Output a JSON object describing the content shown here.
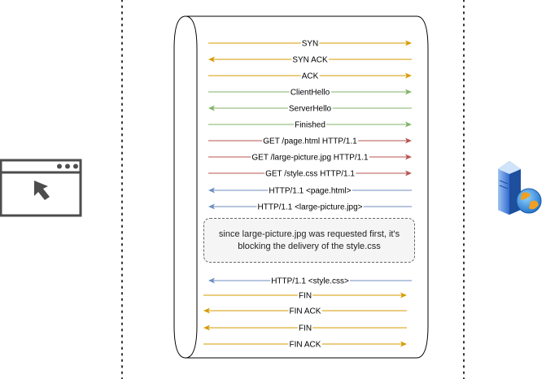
{
  "colors": {
    "tcp": "#d79b00",
    "tls": "#82b366",
    "request": "#b85450",
    "response": "#6c8ebf",
    "lifeline": "#333333",
    "icon": "#4d4d4d"
  },
  "nodes": {
    "client": {
      "icon": "browser-window-cursor-icon"
    },
    "server": {
      "icon": "server-globe-icon"
    }
  },
  "messages": [
    {
      "label": "SYN",
      "dir": "right",
      "kind": "tcp"
    },
    {
      "label": "SYN ACK",
      "dir": "left",
      "kind": "tcp"
    },
    {
      "label": "ACK",
      "dir": "right",
      "kind": "tcp"
    },
    {
      "label": "ClientHello",
      "dir": "right",
      "kind": "tls"
    },
    {
      "label": "ServerHello",
      "dir": "left",
      "kind": "tls"
    },
    {
      "label": "Finished",
      "dir": "right",
      "kind": "tls"
    },
    {
      "label": "GET /page.html HTTP/1.1",
      "dir": "right",
      "kind": "request"
    },
    {
      "label": "GET /large-picture.jpg HTTP/1.1",
      "dir": "right",
      "kind": "request"
    },
    {
      "label": "GET /style.css HTTP/1.1",
      "dir": "right",
      "kind": "request"
    },
    {
      "label": "HTTP/1.1 <page.html>",
      "dir": "left",
      "kind": "response"
    },
    {
      "label": "HTTP/1.1 <large-picture.jpg>",
      "dir": "left",
      "kind": "response"
    },
    {
      "label": "HTTP/1.1 <style.css>",
      "dir": "left",
      "kind": "response"
    },
    {
      "label": "FIN",
      "dir": "right",
      "kind": "tcp"
    },
    {
      "label": "FIN ACK",
      "dir": "left",
      "kind": "tcp"
    },
    {
      "label": "FIN",
      "dir": "left",
      "kind": "tcp"
    },
    {
      "label": "FIN ACK",
      "dir": "right",
      "kind": "tcp"
    }
  ],
  "note": "since large-picture.jpg was requested first, it's blocking the delivery of the style.css"
}
